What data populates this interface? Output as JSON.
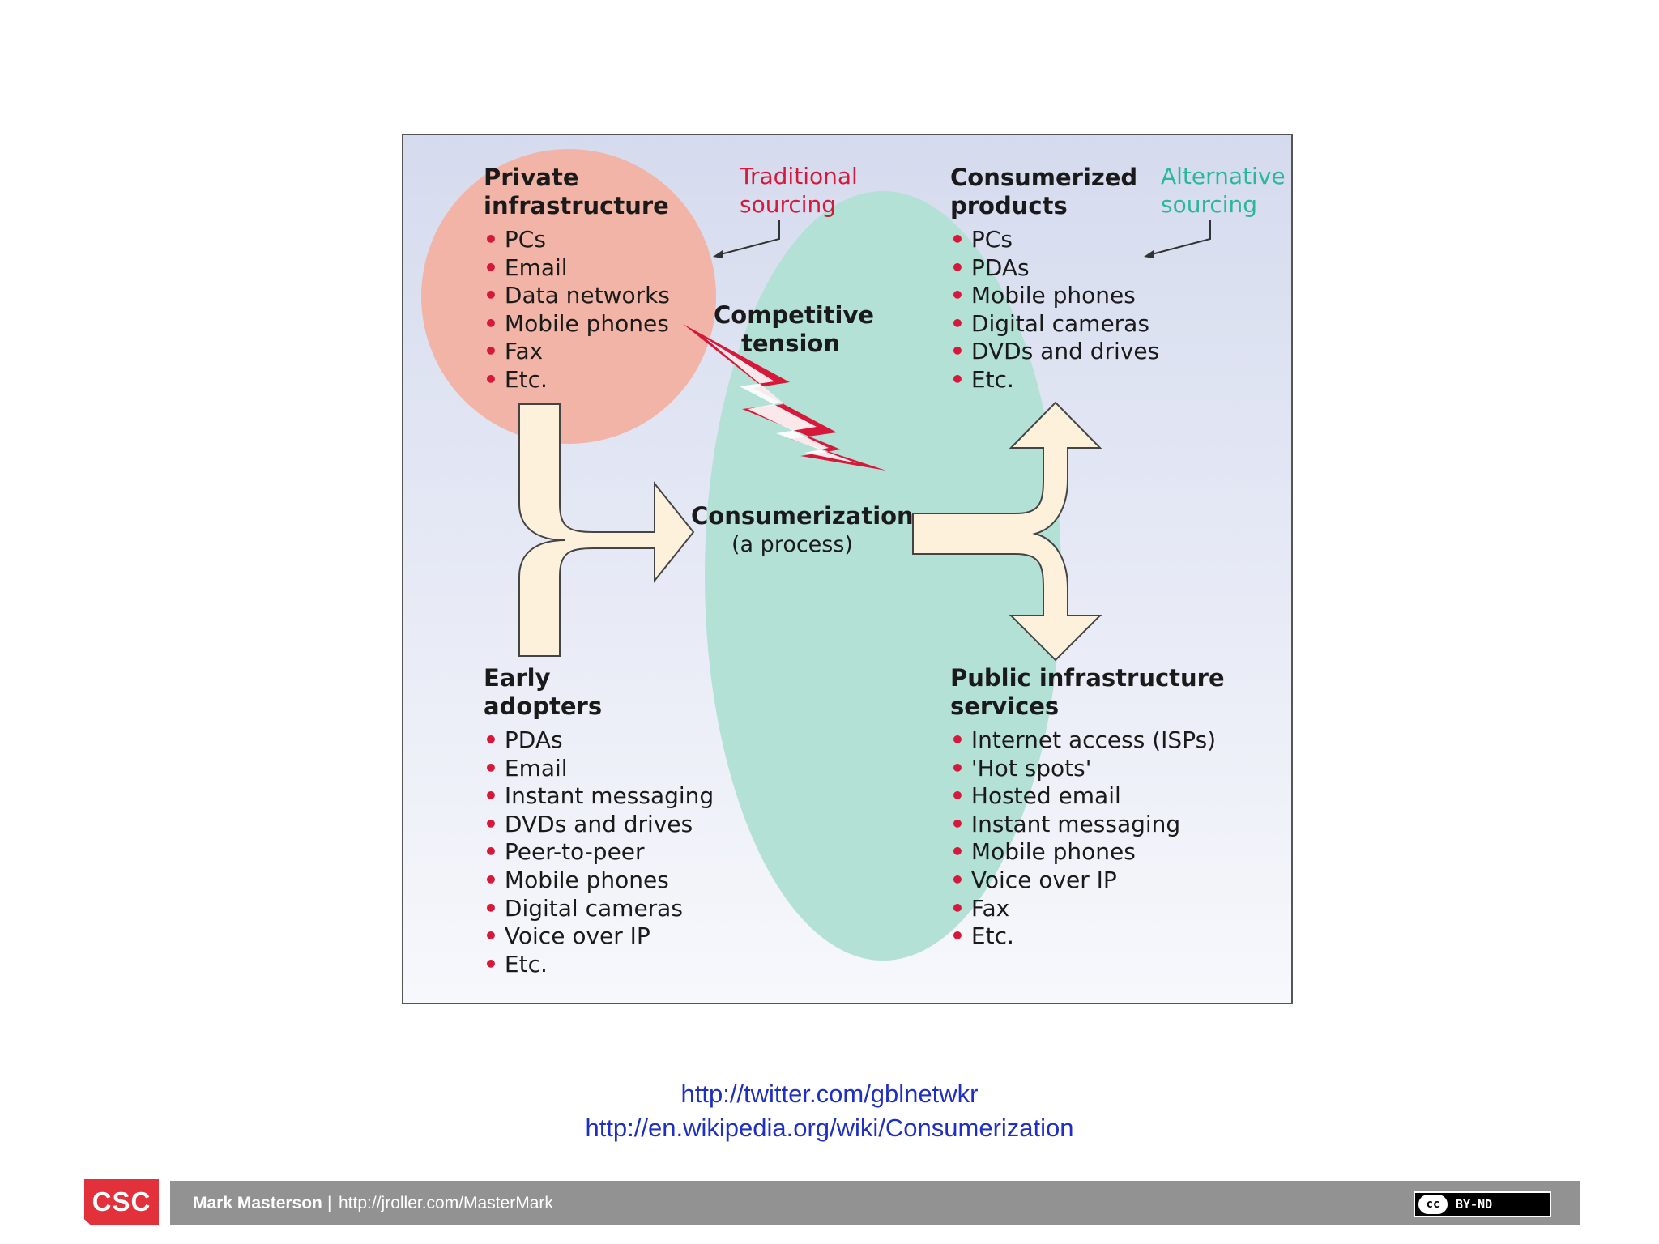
{
  "diagram": {
    "private": {
      "heading": [
        "Private",
        "infrastructure"
      ],
      "items": [
        "PCs",
        "Email",
        "Data networks",
        "Mobile phones",
        "Fax",
        "Etc."
      ]
    },
    "traditional_note": [
      "Traditional",
      "sourcing"
    ],
    "consumerized": {
      "heading": [
        "Consumerized",
        "products"
      ],
      "items": [
        "PCs",
        "PDAs",
        "Mobile phones",
        "Digital cameras",
        "DVDs and drives",
        "Etc."
      ]
    },
    "alternative_note": [
      "Alternative",
      "sourcing"
    ],
    "competitive": [
      "Competitive",
      "tension"
    ],
    "consumerization": {
      "title": "Consumerization",
      "subtitle": "(a process)"
    },
    "early": {
      "heading": [
        "Early",
        "adopters"
      ],
      "items": [
        "PDAs",
        "Email",
        "Instant messaging",
        "DVDs and drives",
        "Peer-to-peer",
        "Mobile phones",
        "Digital cameras",
        "Voice over IP",
        "Etc."
      ]
    },
    "public": {
      "heading": [
        "Public infrastructure",
        "services"
      ],
      "items": [
        "Internet access (ISPs)",
        "'Hot spots'",
        "Hosted email",
        "Instant messaging",
        "Mobile phones",
        "Voice over IP",
        "Fax",
        "Etc."
      ]
    },
    "bullet": "•",
    "colors": {
      "traditional": "#d6193a",
      "alternative": "#2ab79b",
      "private_fill": "#f2b4a6",
      "consumer_fill": "#b4e1d6",
      "arrow_fill": "#fdf1dc"
    }
  },
  "links": [
    "http://twitter.com/gblnetwkr",
    "http://en.wikipedia.org/wiki/Consumerization"
  ],
  "footer": {
    "logo": "CSC",
    "author": "Mark Masterson",
    "separator": "|",
    "url": "http://jroller.com/MasterMark",
    "license_cc": "cc",
    "license_terms": "BY-ND"
  }
}
